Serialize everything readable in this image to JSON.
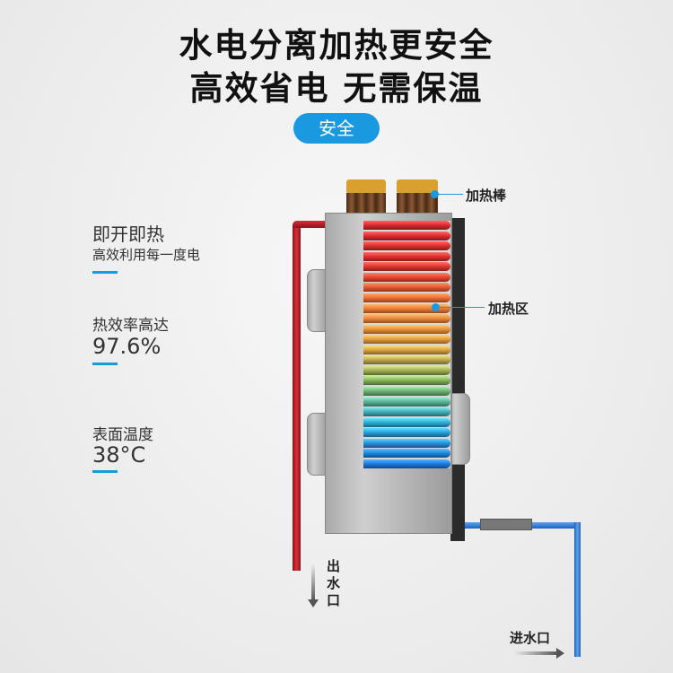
{
  "headline": {
    "line1": "水电分离加热更安全",
    "line2": "高效省电 无需保温"
  },
  "badge": "安全",
  "features": [
    {
      "title": "即开即热",
      "subtitle": "高效利用每一度电"
    },
    {
      "title": "热效率高达",
      "value": "97.6%"
    },
    {
      "title": "表面温度",
      "value": "38°C"
    }
  ],
  "diagram": {
    "heating_rod": "加热棒",
    "heating_zone": "加热区",
    "water_outlet": "出水口",
    "water_inlet": "进水口"
  },
  "colors": {
    "accent": "#1a98e0",
    "hot_pipe": "#c8202c",
    "cold_pipe": "#2a6fd0"
  }
}
